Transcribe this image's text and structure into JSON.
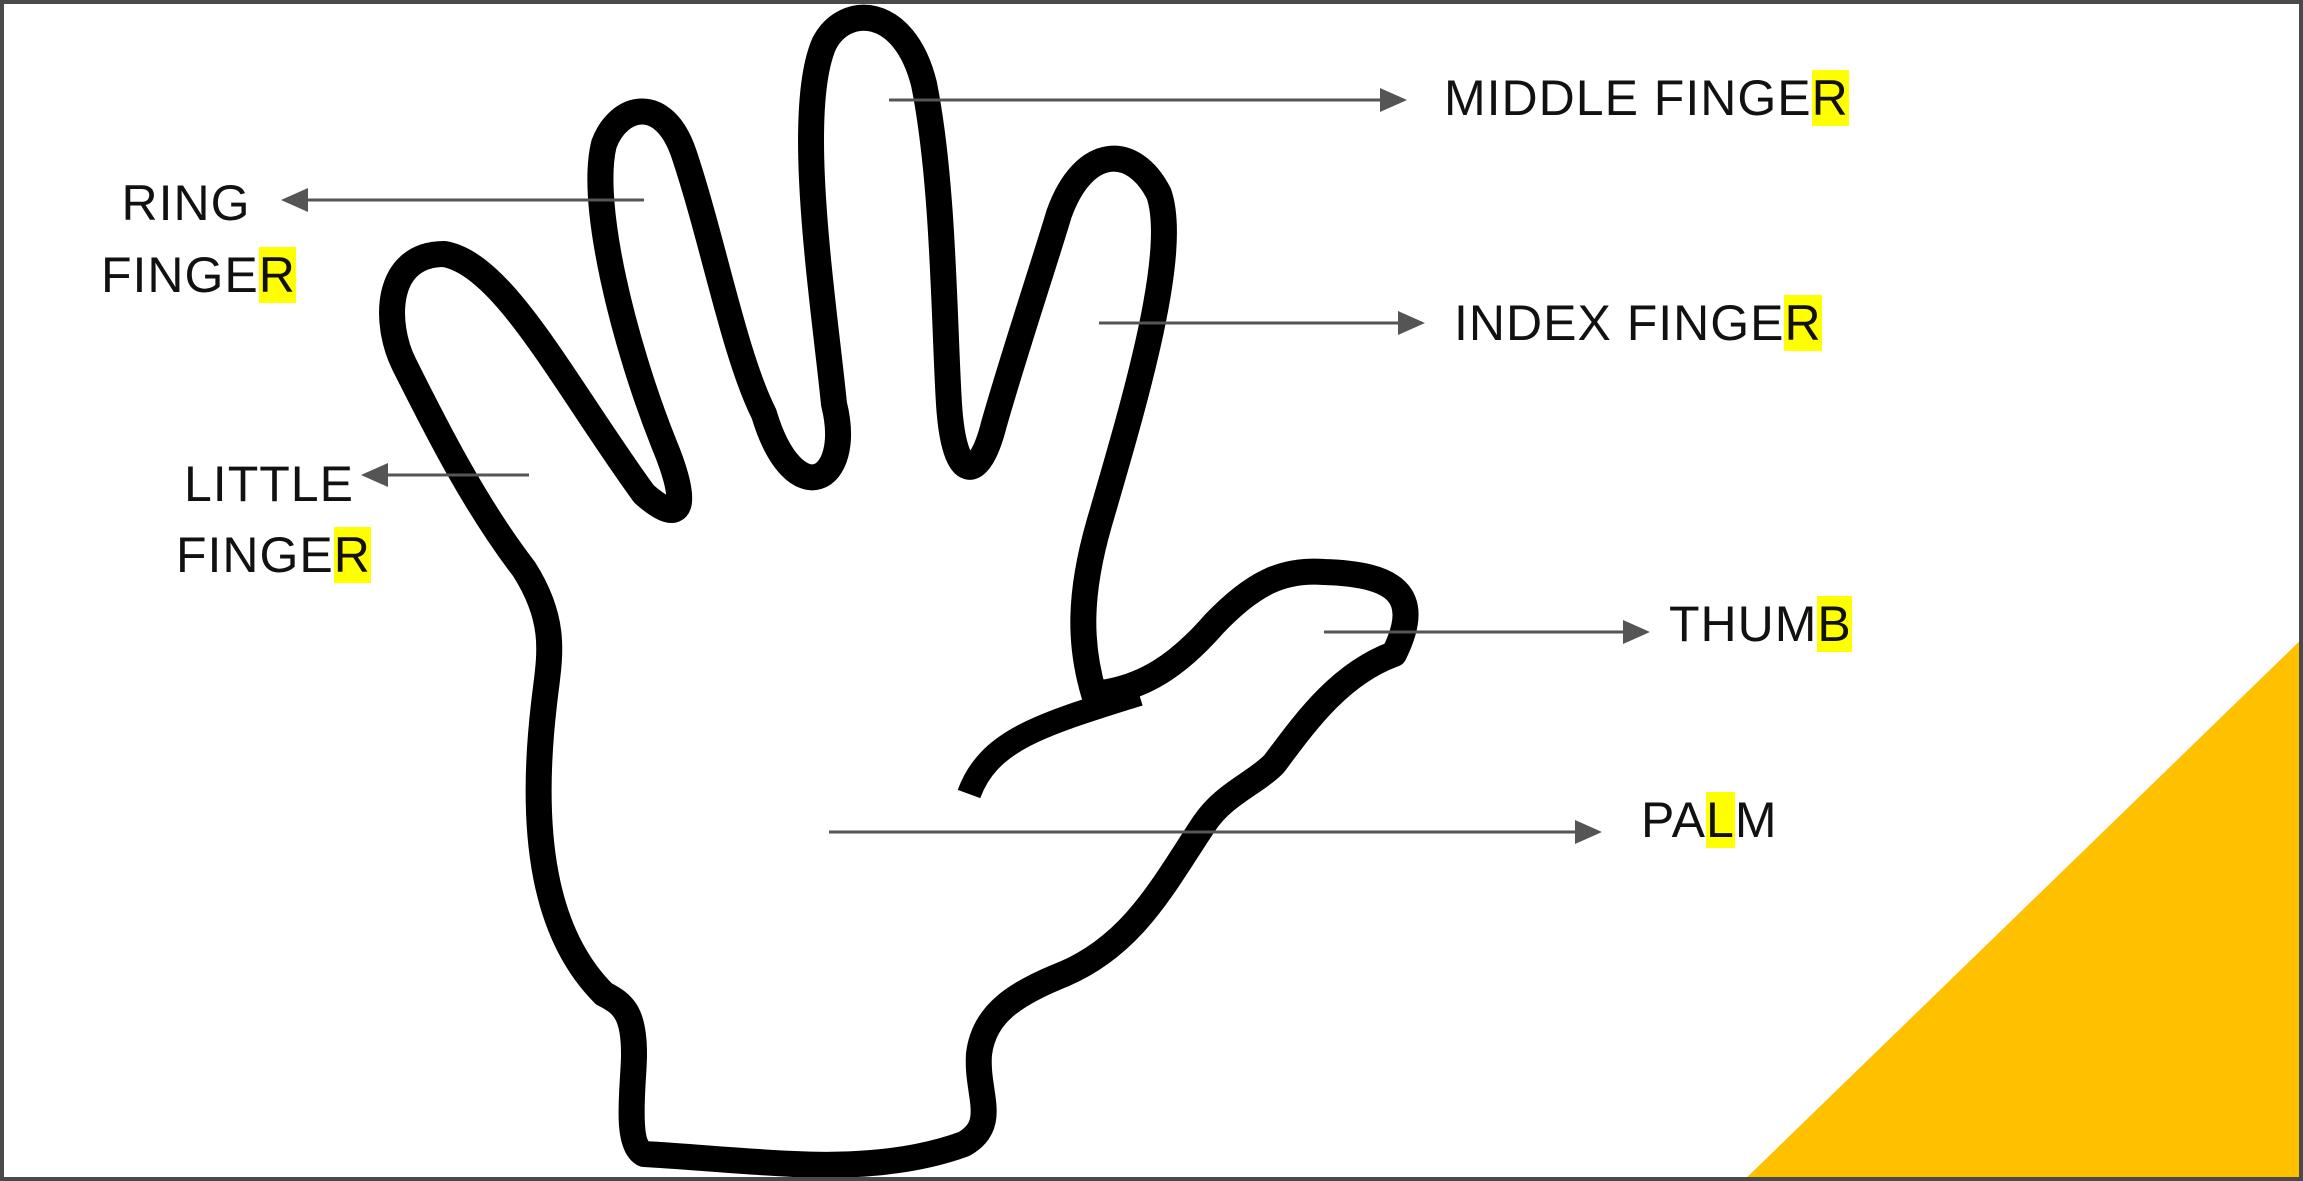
{
  "labels": {
    "middle": {
      "main": "MIDDLE FINGE",
      "highlight": "R"
    },
    "ring": {
      "line1": "RING",
      "main": "FINGE",
      "highlight": "R"
    },
    "index": {
      "main": "INDEX FINGE",
      "highlight": "R"
    },
    "little": {
      "line1": "LITTLE",
      "main": "FINGE",
      "highlight": "R"
    },
    "thumb": {
      "main": "THUM",
      "highlight": "B"
    },
    "palm": {
      "pre": "PA",
      "highlight": "L",
      "post": "M"
    }
  },
  "colors": {
    "outline": "#000000",
    "arrow": "#555555",
    "highlight": "#ffff00",
    "accent": "#ffc000",
    "border": "#4a4a4a"
  }
}
